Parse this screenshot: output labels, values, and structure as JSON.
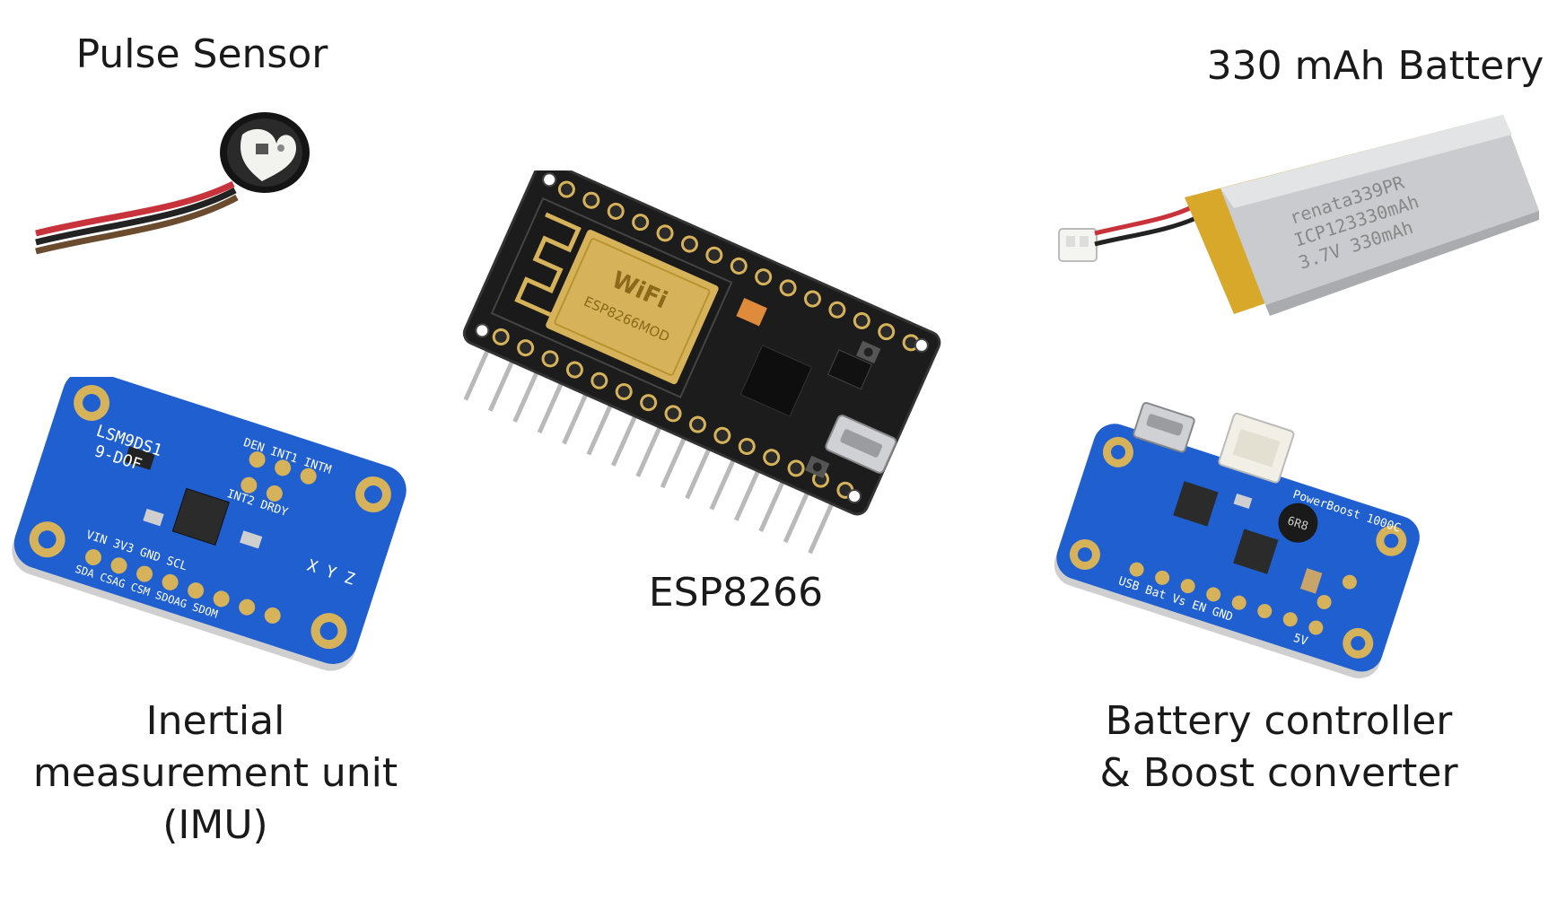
{
  "labels": {
    "pulse_sensor": "Pulse Sensor",
    "battery": "330 mAh Battery",
    "esp": "ESP8266",
    "imu_line1": "Inertial",
    "imu_line2": "measurement unit",
    "imu_line3": "(IMU)",
    "boost_line1": "Battery controller",
    "boost_line2": "& Boost converter"
  },
  "silkscreen": {
    "battery_line1": "renata339PR",
    "battery_line2": "ICP123330mAh",
    "battery_line3": "3.7V 330mAh",
    "imu_chip": "LSM9DS1",
    "imu_dof": "9-DOF",
    "imu_pins_row1": "DEN   INT1  INTM",
    "imu_pins_row2": "INT2  DRDY",
    "imu_pins_row3": "VIN  3V3  GND  SCL",
    "imu_pins_row4": "SDA  CSAG  CSM  SDOAG  SDOM",
    "imu_axes": "X Y Z",
    "esp_wifi": "WiFi",
    "esp_module": "ESP8266MOD",
    "boost_name": "PowerBoost 1000C",
    "boost_inductor": "6R8",
    "boost_pins": "USB Bat Vs EN GND",
    "boost_out": "5V"
  },
  "colors": {
    "pcb_blue": "#1f5fd0",
    "pcb_black": "#1c1c1c",
    "gold": "#d6b25a",
    "battery_silver": "#c9cbce",
    "battery_yellow": "#d8a82a"
  },
  "icons": [
    "pulse-sensor-image",
    "battery-image",
    "esp8266-board-image",
    "imu-board-image",
    "boost-board-image"
  ]
}
